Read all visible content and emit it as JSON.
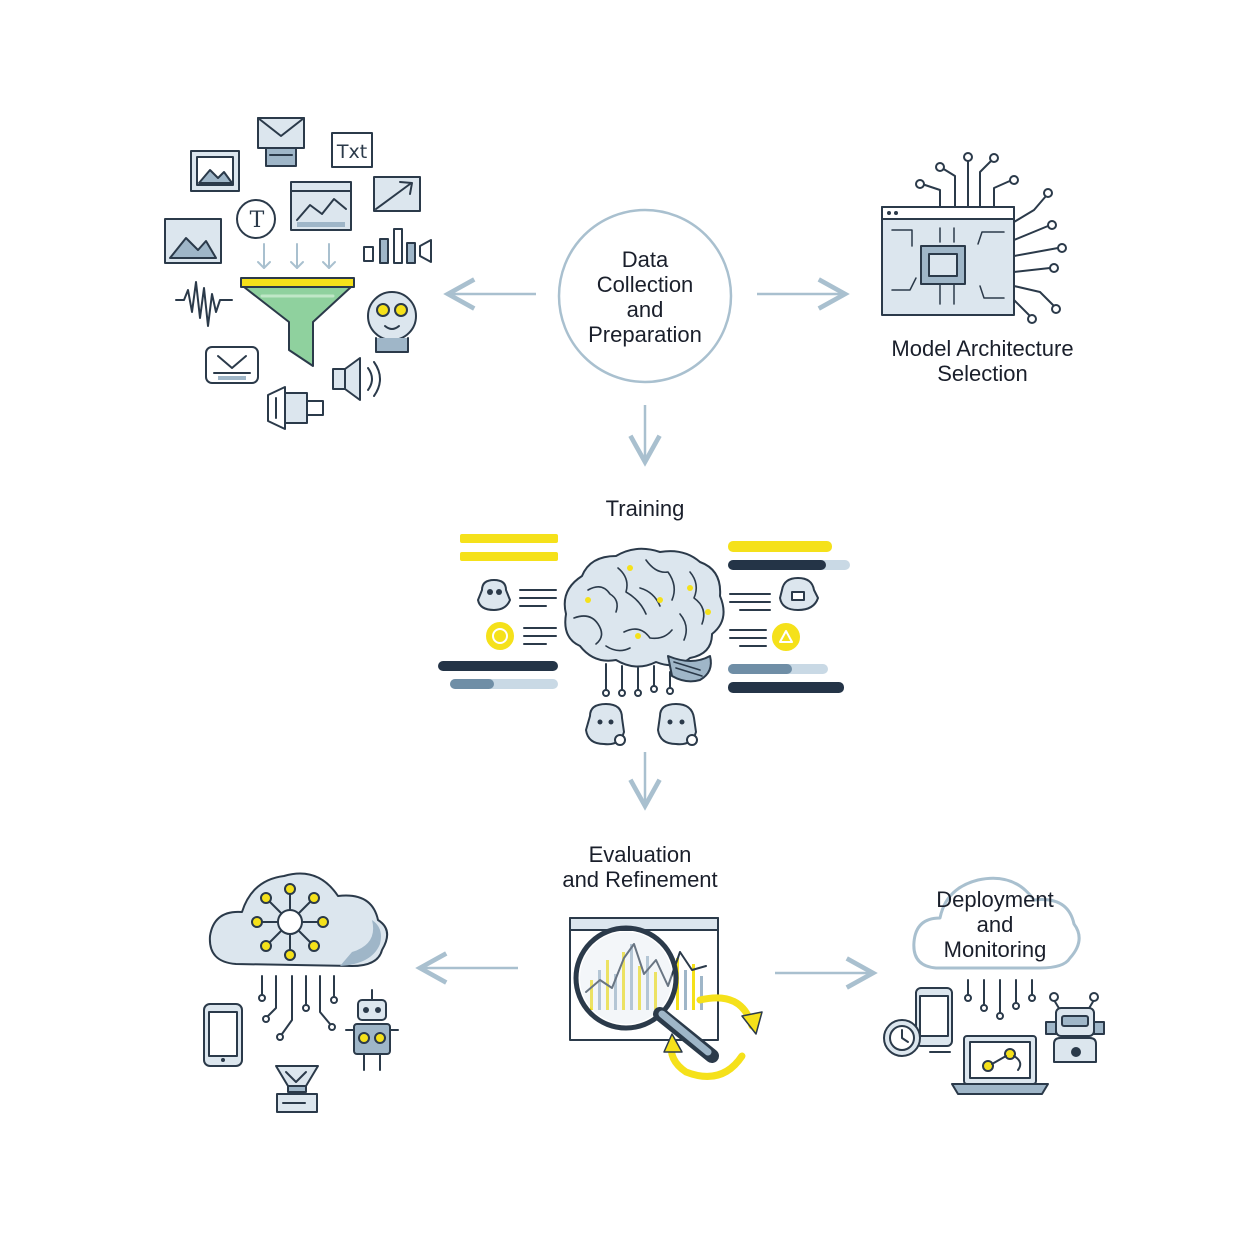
{
  "stages": {
    "data_collection": {
      "lines": [
        "Data",
        "Collection",
        "and",
        "Preparation"
      ]
    },
    "model_architecture": {
      "lines": [
        "Model Architecture",
        "Selection"
      ]
    },
    "training": {
      "lines": [
        "Training"
      ]
    },
    "evaluation": {
      "lines": [
        "Evaluation",
        "and Refinement"
      ]
    },
    "deployment": {
      "lines": [
        "Deployment",
        "and",
        "Monitoring"
      ]
    }
  },
  "icons": {
    "text_file_label": "Txt",
    "text_font_label": "T"
  },
  "colors": {
    "ink": "#2b3a4a",
    "pale_blue": "#dce6ee",
    "mid_blue": "#9fb6c8",
    "accent_yellow": "#f5e11a",
    "accent_green": "#8fd19e",
    "dark_navy": "#243447",
    "arrow": "#a9c0cf"
  }
}
